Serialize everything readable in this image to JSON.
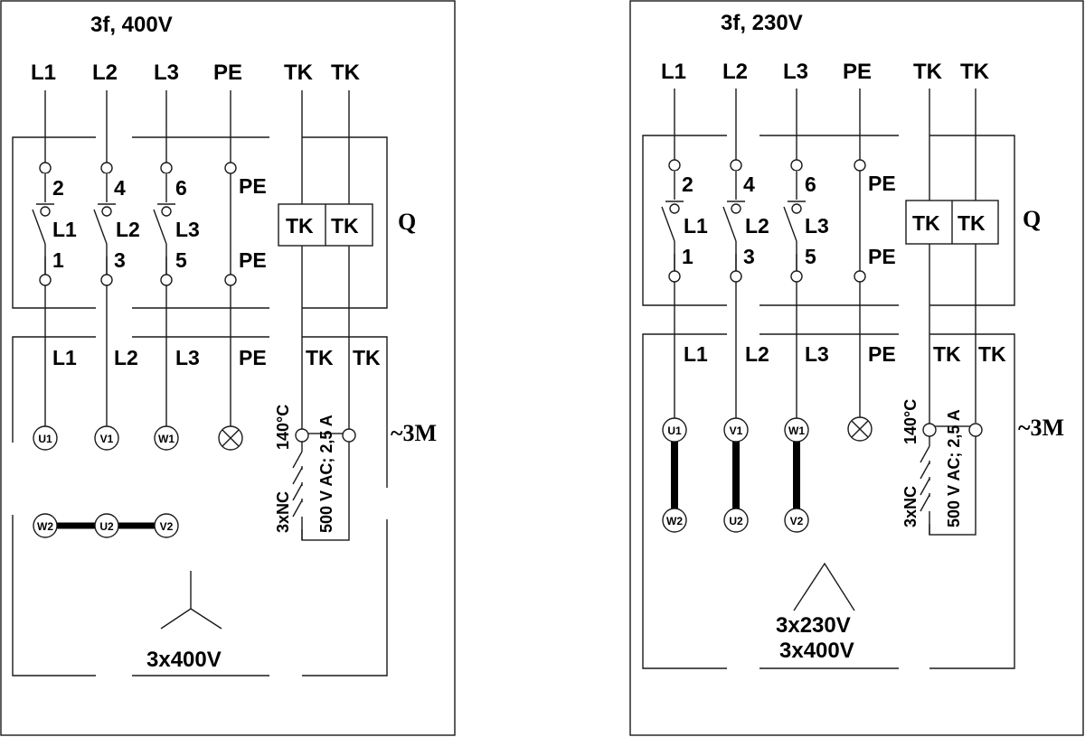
{
  "diagrams": [
    {
      "title": "3f, 400V",
      "supply_labels": [
        "L1",
        "L2",
        "L3",
        "PE",
        "TK",
        "TK"
      ],
      "switch_top_labels": [
        "2",
        "4",
        "6",
        "PE"
      ],
      "switch_pole_labels": [
        "L1",
        "L2",
        "L3"
      ],
      "switch_bottom_labels": [
        "1",
        "3",
        "5",
        "PE"
      ],
      "thermal_box_labels": [
        "TK",
        "TK"
      ],
      "q_label": "Q",
      "motor_labels": [
        "L1",
        "L2",
        "L3",
        "PE",
        "TK",
        "TK"
      ],
      "motor_label": "~3M",
      "terminals_top": [
        "U1",
        "V1",
        "W1"
      ],
      "terminals_bottom": [
        "W2",
        "U2",
        "V2"
      ],
      "thermal_temp": "140°C",
      "thermal_contacts": "3xNC",
      "thermal_rating": "500 V AC; 2,5 A",
      "voltage_lines": [
        "3x400V"
      ],
      "connection": "star"
    },
    {
      "title": "3f, 230V",
      "supply_labels": [
        "L1",
        "L2",
        "L3",
        "PE",
        "TK",
        "TK"
      ],
      "switch_top_labels": [
        "2",
        "4",
        "6",
        "PE"
      ],
      "switch_pole_labels": [
        "L1",
        "L2",
        "L3"
      ],
      "switch_bottom_labels": [
        "1",
        "3",
        "5",
        "PE"
      ],
      "thermal_box_labels": [
        "TK",
        "TK"
      ],
      "q_label": "Q",
      "motor_labels": [
        "L1",
        "L2",
        "L3",
        "PE",
        "TK",
        "TK"
      ],
      "motor_label": "~3M",
      "terminals_top": [
        "U1",
        "V1",
        "W1"
      ],
      "terminals_bottom": [
        "W2",
        "U2",
        "V2"
      ],
      "thermal_temp": "140°C",
      "thermal_contacts": "3xNC",
      "thermal_rating": "500 V AC; 2,5 A",
      "voltage_lines": [
        "3x230V",
        "3x400V"
      ],
      "connection": "delta"
    }
  ]
}
